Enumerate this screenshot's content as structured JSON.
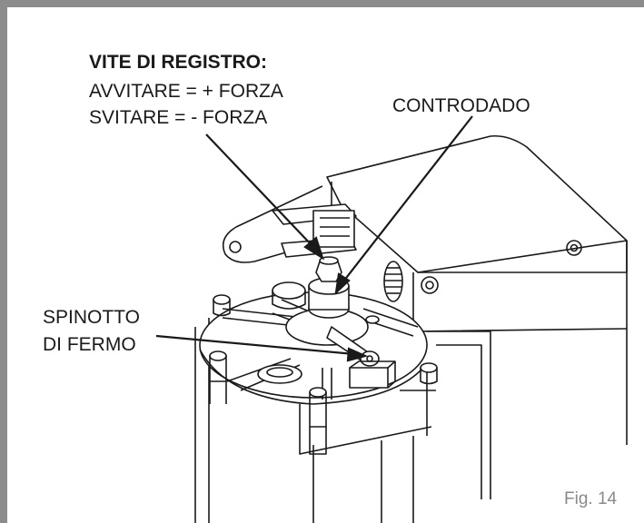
{
  "labels": {
    "adjust_screw_title": "VITE DI REGISTRO:",
    "adjust_screw_line1": "AVVITARE = + FORZA",
    "adjust_screw_line2": "SVITARE = - FORZA",
    "locknut": "CONTRODADO",
    "stop_pin_line1": "SPINOTTO",
    "stop_pin_line2": "DI FERMO"
  },
  "figure_caption": "Fig. 14",
  "colors": {
    "frame": "#8c8c8c",
    "stroke": "#1a1a1a",
    "caption": "#8a8a8a"
  }
}
